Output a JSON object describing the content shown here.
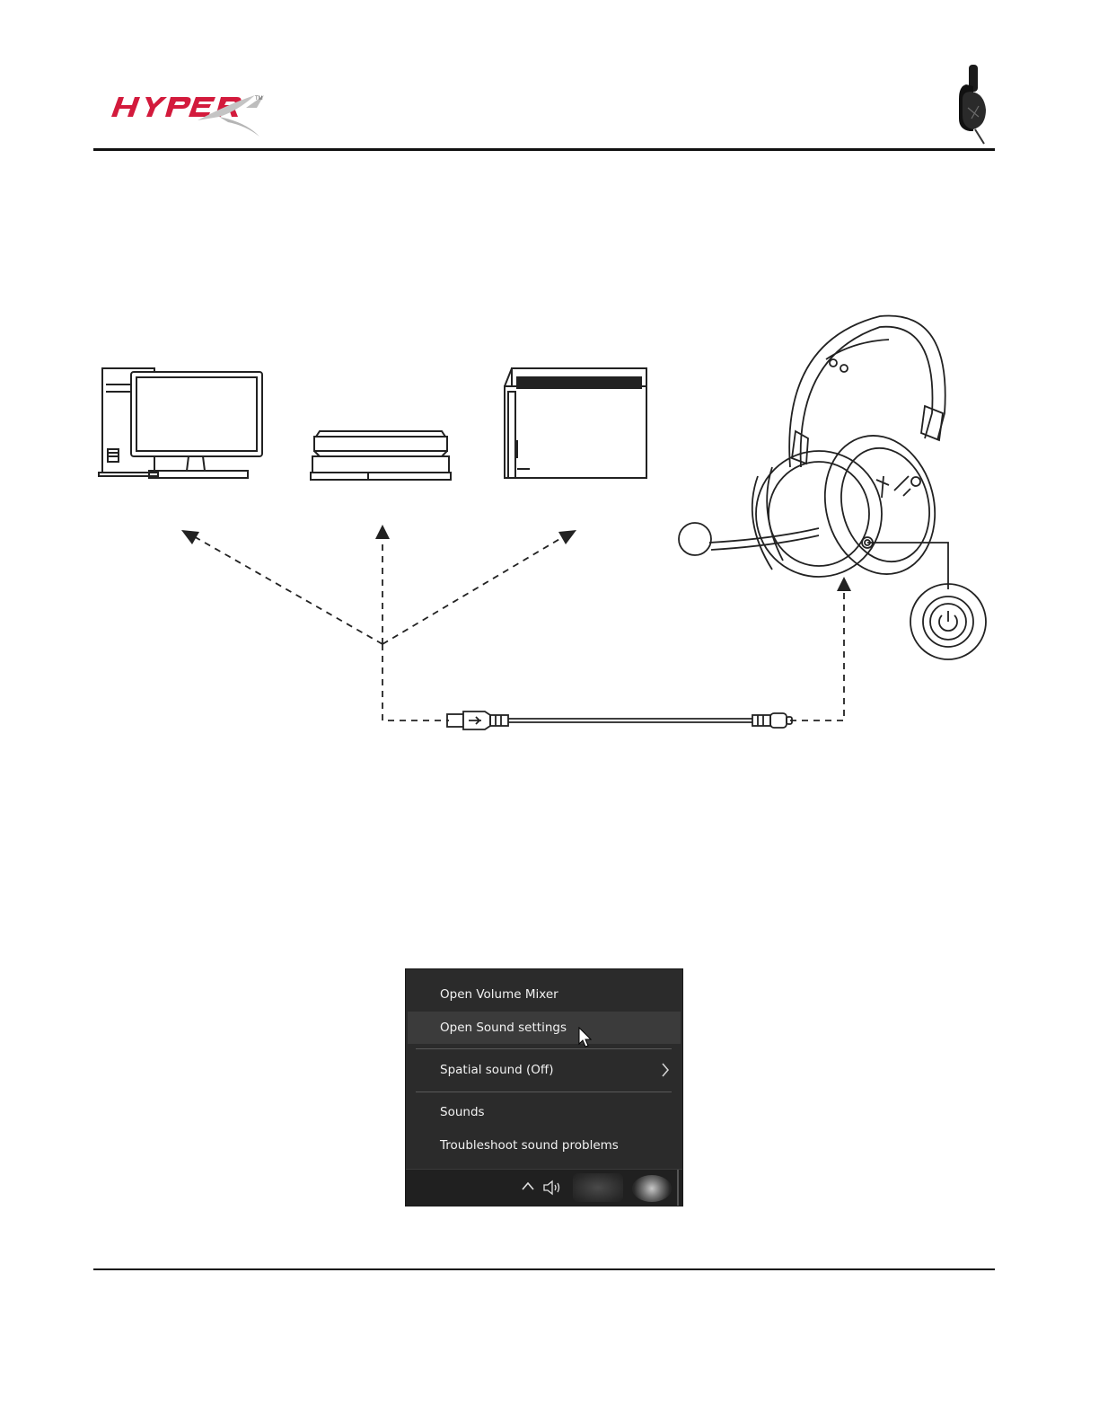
{
  "header": {
    "brand": "HyperX",
    "brand_color": "#d31a3c",
    "brand_icon": "hyperx-logo-icon",
    "product_icon": "headset-thumbnail-icon"
  },
  "diagram": {
    "devices": [
      "pc-monitor-icon",
      "ps4-console-icon",
      "switch-dock-icon"
    ],
    "headset": "headset-icon",
    "power_button": "power-button-icon",
    "cable": "usb-a-to-usb-c-cable-icon"
  },
  "context_menu": {
    "items": [
      {
        "label": "Open Volume Mixer"
      },
      {
        "label": "Open Sound settings"
      },
      {
        "label": "Spatial sound (Off)"
      },
      {
        "label": "Sounds"
      },
      {
        "label": "Troubleshoot sound problems"
      }
    ],
    "highlighted_index": 1,
    "colors": {
      "background": "#2b2b2b",
      "highlight": "#3b3b3b",
      "text": "#f2f2f2",
      "taskbar": "#202020"
    }
  }
}
